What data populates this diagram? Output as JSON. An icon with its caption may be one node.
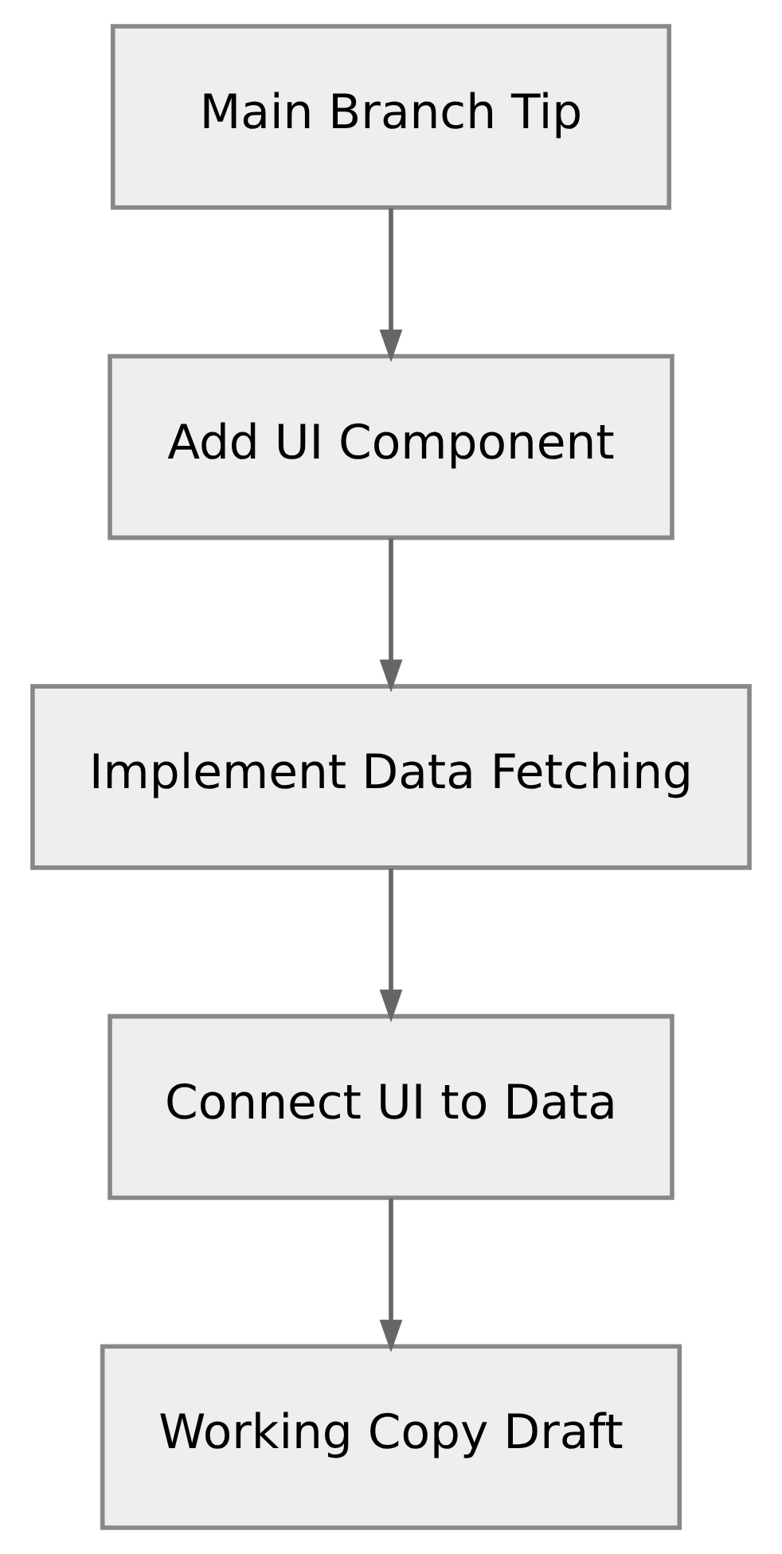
{
  "diagram": {
    "nodes": [
      {
        "text": [
          "Main Branch Tip"
        ]
      },
      {
        "text": [
          "Add UI Component"
        ]
      },
      {
        "text": [
          "Implement Data Fetching"
        ]
      },
      {
        "text": [
          "Connect UI to Data"
        ]
      },
      {
        "text": [
          "Working Copy Draft"
        ]
      }
    ],
    "edges": [
      {
        "from": 0,
        "to": 1,
        "arrow": "to"
      },
      {
        "from": 1,
        "to": 2,
        "arrow": "to"
      },
      {
        "from": 2,
        "to": 3,
        "arrow": "to"
      },
      {
        "from": 3,
        "to": 4,
        "arrow": "to"
      }
    ]
  }
}
